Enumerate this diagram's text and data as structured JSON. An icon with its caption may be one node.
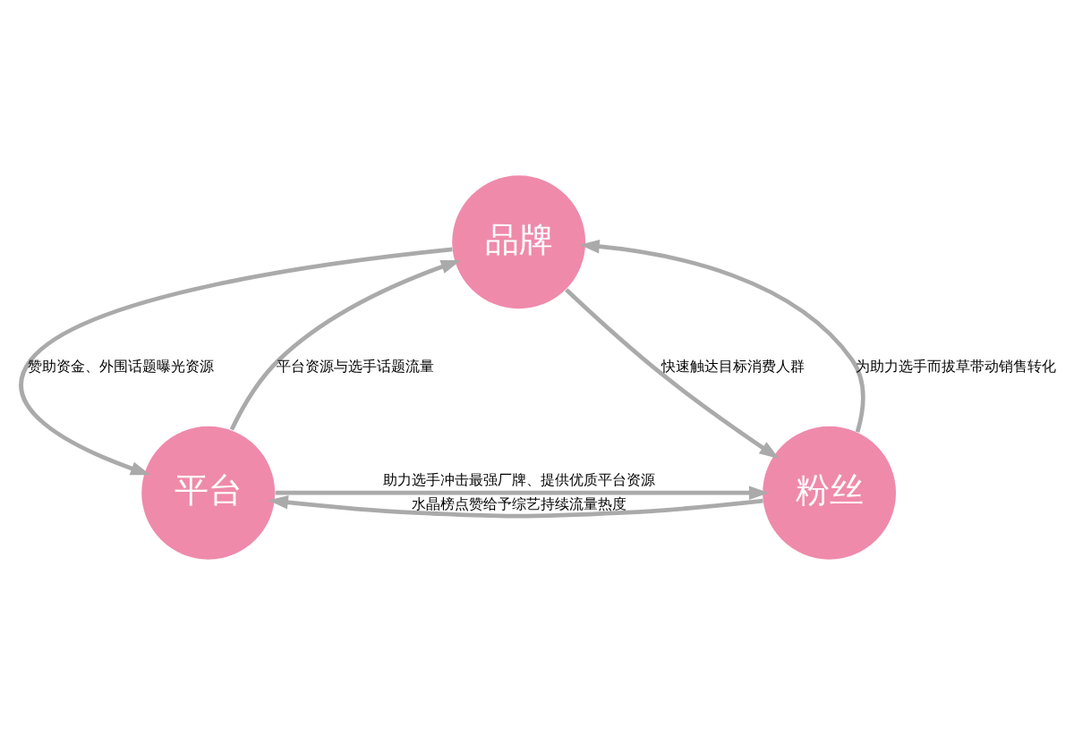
{
  "diagram": {
    "nodes": [
      {
        "text": [
          "品牌"
        ]
      },
      {
        "text": [
          "平台"
        ]
      },
      {
        "text": [
          "粉丝"
        ]
      }
    ],
    "edges": [
      {
        "from": 1,
        "to": 0,
        "arrow": "to",
        "label": "平台资源与选手话题流量"
      },
      {
        "from": 0,
        "to": 1,
        "arrow": "to",
        "label": "赞助资金、外围话题曝光资源"
      },
      {
        "from": 0,
        "to": 2,
        "arrow": "to",
        "label": "快速触达目标消费人群"
      },
      {
        "from": 2,
        "to": 0,
        "arrow": "to",
        "label": "为助力选手而拔草带动销售转化"
      },
      {
        "from": 1,
        "to": 2,
        "arrow": "to",
        "label": "助力选手冲击最强厂牌、提供优质平台资源"
      },
      {
        "from": 2,
        "to": 1,
        "arrow": "to",
        "label": "水晶榜点赞给予综艺持续流量热度"
      }
    ]
  }
}
